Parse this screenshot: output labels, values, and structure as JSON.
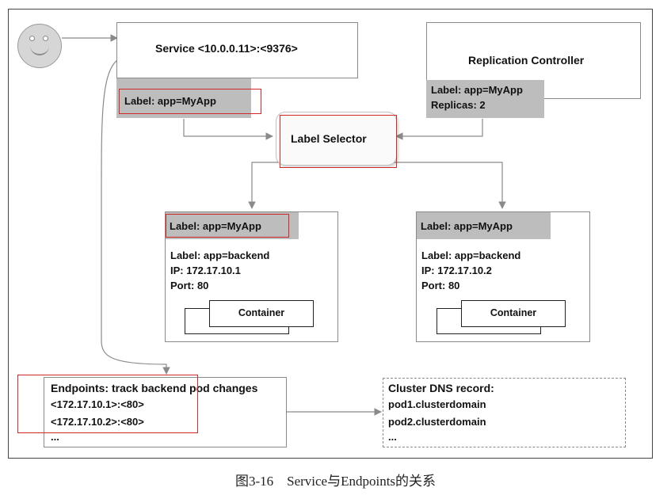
{
  "service": {
    "title": "Service <10.0.0.11>:<9376>",
    "label": "Label: app=MyApp"
  },
  "replication_controller": {
    "title": "Replication Controller",
    "label": "Label: app=MyApp",
    "replicas": "Replicas: 2"
  },
  "label_selector": {
    "text": "Label Selector"
  },
  "pods": [
    {
      "selector_label": "Label: app=MyApp",
      "label": "Label: app=backend",
      "ip": "IP: 172.17.10.1",
      "port": "Port: 80",
      "container": "Container"
    },
    {
      "selector_label": "Label: app=MyApp",
      "label": "Label: app=backend",
      "ip": "IP: 172.17.10.2",
      "port": "Port: 80",
      "container": "Container"
    }
  ],
  "endpoints": {
    "title": "Endpoints: track backend pod changes",
    "items": [
      "<172.17.10.1>:<80>",
      "<172.17.10.2>:<80>",
      "..."
    ]
  },
  "dns": {
    "title": "Cluster DNS record:",
    "items": [
      "pod1.clusterdomain",
      "pod2.clusterdomain",
      "..."
    ]
  },
  "caption": "图3-16　Service与Endpoints的关系",
  "colors": {
    "highlight": "#d32828",
    "gray_fill": "#bdbdbd",
    "arrow": "#8a8a8a"
  }
}
